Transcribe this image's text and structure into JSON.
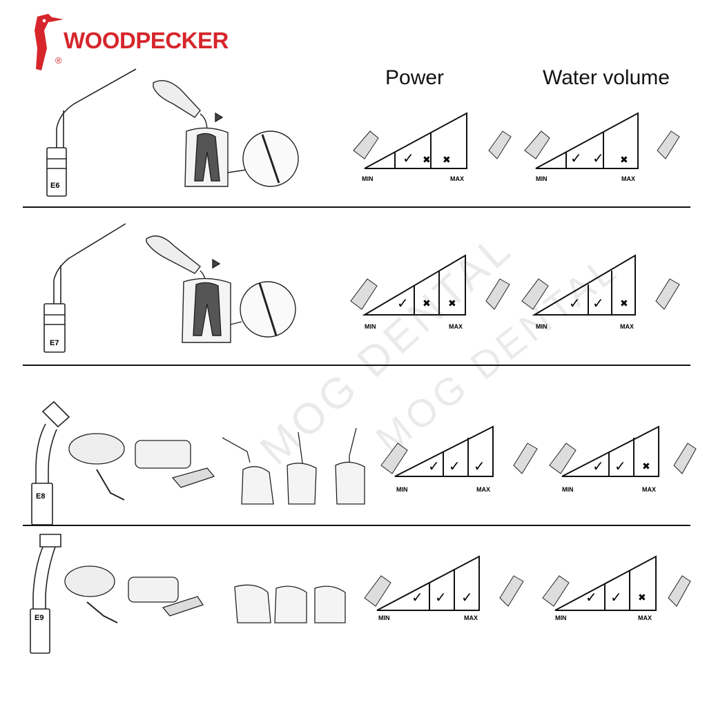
{
  "brand": {
    "name": "WOODPECKER",
    "registered": "®",
    "color": "#d6262c"
  },
  "headers": {
    "power": "Power",
    "water": "Water volume"
  },
  "watermark": "MOG DENTAL",
  "scale_labels": {
    "min": "MIN",
    "max": "MAX"
  },
  "marks": {
    "check": "✓",
    "cross": "✖"
  },
  "tips": [
    {
      "code": "E6",
      "power": [
        "check",
        "cross",
        "cross"
      ],
      "water": [
        "check",
        "check",
        "cross"
      ]
    },
    {
      "code": "E7",
      "power": [
        "check",
        "cross",
        "cross"
      ],
      "water": [
        "check",
        "check",
        "cross"
      ]
    },
    {
      "code": "E8",
      "power": [
        "check",
        "check",
        "check"
      ],
      "water": [
        "check",
        "check",
        "cross"
      ]
    },
    {
      "code": "E9",
      "power": [
        "check",
        "check",
        "check"
      ],
      "water": [
        "check",
        "check",
        "cross"
      ]
    }
  ]
}
